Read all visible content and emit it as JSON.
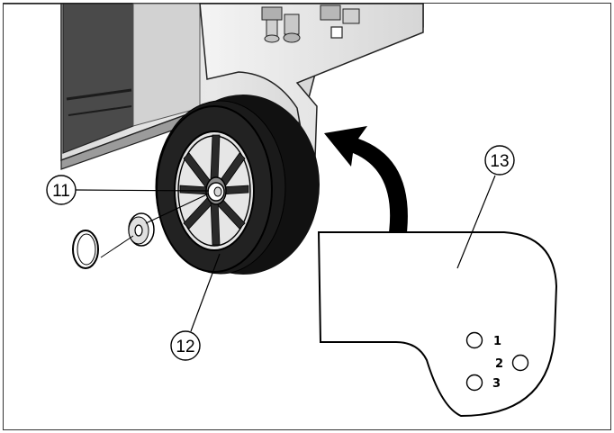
{
  "figure": {
    "callouts": [
      {
        "id": "11",
        "label": "11"
      },
      {
        "id": "12",
        "label": "12"
      },
      {
        "id": "13",
        "label": "13"
      }
    ],
    "plate_positions": [
      "1",
      "2",
      "3"
    ]
  },
  "colors": {
    "frame_border": "#333333",
    "housing_light": "#ededed",
    "housing_mid": "#bdbdbd",
    "housing_dark": "#4a4a4a",
    "tyre": "#111111",
    "hub_grey": "#8c8c8c",
    "arrow": "#000000"
  }
}
